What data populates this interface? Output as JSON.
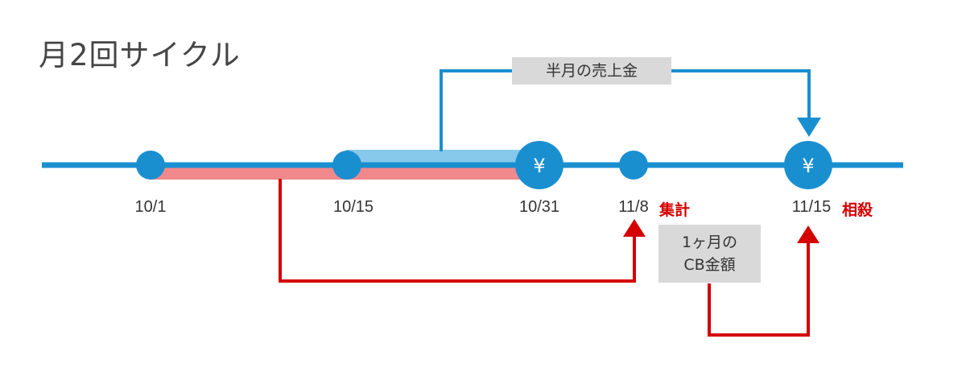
{
  "title": "月2回サイクル",
  "dates": {
    "d1001": "10/1",
    "d1015": "10/15",
    "d1031": "10/31",
    "d1108": "11/8",
    "d1115": "11/15"
  },
  "labels": {
    "aggregate": "集計",
    "offset": "相殺"
  },
  "boxes": {
    "half_month_sales": "半月の売上金",
    "cb_line1": "1ヶ月の",
    "cb_line2": "CB金額"
  },
  "yen_symbol": "¥",
  "colors": {
    "timeline": "#1a8fd0",
    "blue_band": "#87c9ea",
    "red_band": "#f0888c",
    "red_arrow": "#d40000",
    "box": "#d9d9d9"
  }
}
